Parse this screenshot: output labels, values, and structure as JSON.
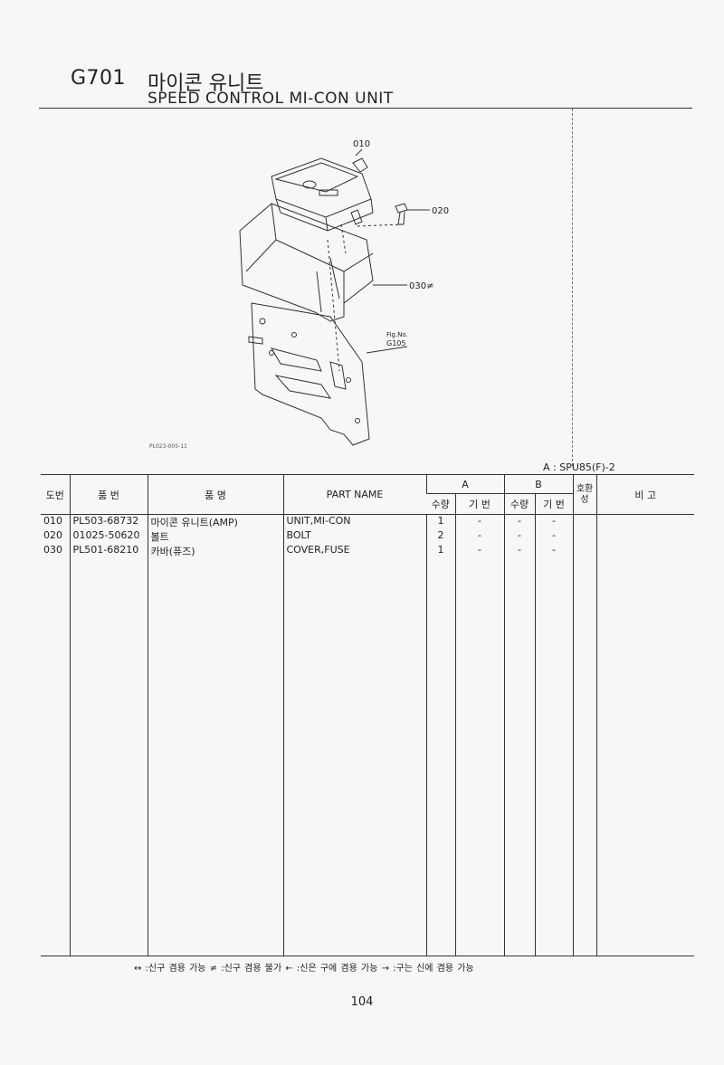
{
  "header": {
    "code": "G701",
    "title_ko": "마이콘 유니트",
    "title_en": "SPEED CONTROL MI-CON UNIT"
  },
  "figure": {
    "callouts": [
      "010",
      "020",
      "030≠"
    ],
    "figno_label": "Fig.No.",
    "figno_value": "G105",
    "drawing_ref": "PL023-005-11"
  },
  "model_label": "A : SPU85(F)-2",
  "table": {
    "headers": {
      "no": "도번",
      "part_no": "품  번",
      "part_name_ko": "품    명",
      "part_name_en": "PART  NAME",
      "group_a": "A",
      "group_b": "B",
      "qty": "수량",
      "base": "기 번",
      "interchange": "호환성",
      "remarks": "비   고"
    },
    "rows": [
      {
        "no": "010",
        "part_no": "PL503-68732",
        "name_ko": "마이콘 유니트(AMP)",
        "name_en": "UNIT,MI-CON",
        "a_qty": "1",
        "a_base": "-",
        "b_qty": "-",
        "b_base": "-",
        "interchange": "",
        "remarks": ""
      },
      {
        "no": "020",
        "part_no": "01025-50620",
        "name_ko": "볼트",
        "name_en": "BOLT",
        "a_qty": "2",
        "a_base": "-",
        "b_qty": "-",
        "b_base": "-",
        "interchange": "",
        "remarks": ""
      },
      {
        "no": "030",
        "part_no": "PL501-68210",
        "name_ko": "카바(퓨즈)",
        "name_en": "COVER,FUSE",
        "a_qty": "1",
        "a_base": "-",
        "b_qty": "-",
        "b_base": "-",
        "interchange": "",
        "remarks": ""
      }
    ]
  },
  "legend": "↔ :신구 겸용 가능    ≠ :신구 겸용 불가    ← :신은 구에 겸용 가능    → :구는 신에 겸용 가능",
  "page_number": "104"
}
